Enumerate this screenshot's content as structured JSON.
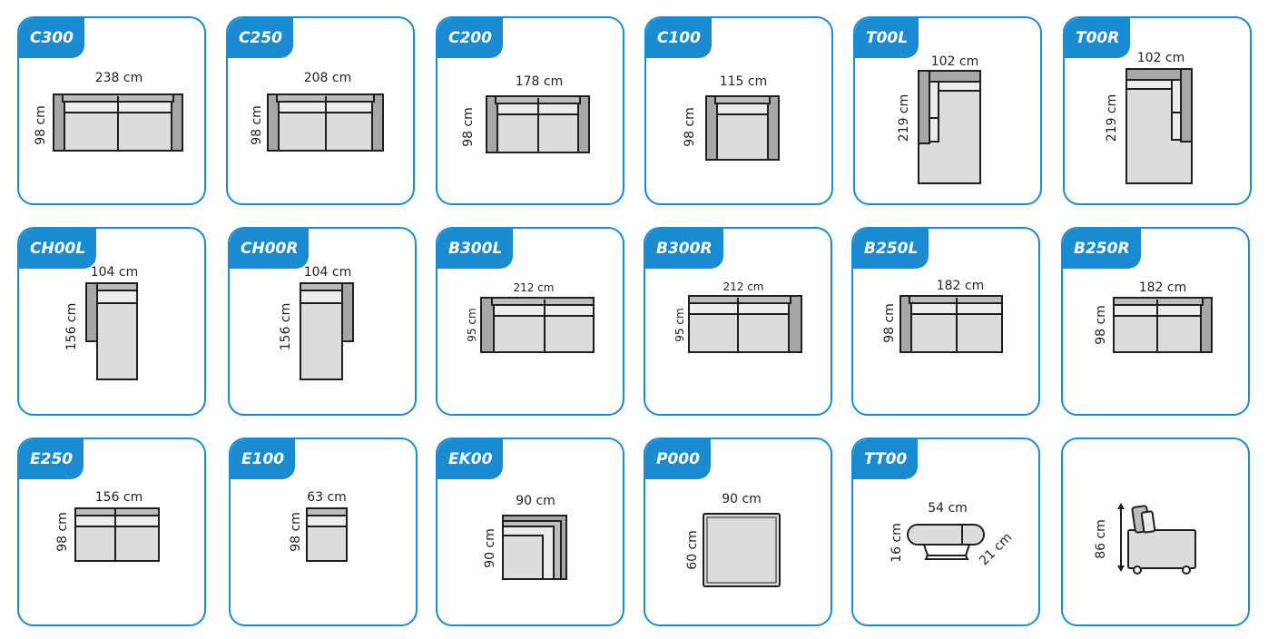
{
  "accent_color": "#1a8bd0",
  "cards": [
    {
      "code": "C300",
      "width": "238 cm",
      "depth": "98 cm"
    },
    {
      "code": "C250",
      "width": "208 cm",
      "depth": "98 cm"
    },
    {
      "code": "C200",
      "width": "178 cm",
      "depth": "98 cm"
    },
    {
      "code": "C100",
      "width": "115 cm",
      "depth": "98 cm"
    },
    {
      "code": "T00L",
      "width": "102 cm",
      "depth": "219 cm"
    },
    {
      "code": "T00R",
      "width": "102 cm",
      "depth": "219 cm"
    },
    {
      "code": "CH00L",
      "width": "104 cm",
      "depth": "156 cm"
    },
    {
      "code": "CH00R",
      "width": "104 cm",
      "depth": "156 cm"
    },
    {
      "code": "B300L",
      "width": "212 cm",
      "depth": "95 cm"
    },
    {
      "code": "B300R",
      "width": "212 cm",
      "depth": "95 cm"
    },
    {
      "code": "B250L",
      "width": "182 cm",
      "depth": "98 cm"
    },
    {
      "code": "B250R",
      "width": "182 cm",
      "depth": "98 cm"
    },
    {
      "code": "E250",
      "width": "156 cm",
      "depth": "98 cm"
    },
    {
      "code": "E100",
      "width": "63 cm",
      "depth": "98 cm"
    },
    {
      "code": "EK00",
      "width": "90 cm",
      "depth": "90 cm"
    },
    {
      "code": "P000",
      "width": "90 cm",
      "depth": "60 cm"
    },
    {
      "code": "TT00",
      "width": "54 cm",
      "depth": "16 cm",
      "extra": "21 cm"
    },
    {
      "code": "",
      "height": "86 cm"
    }
  ]
}
